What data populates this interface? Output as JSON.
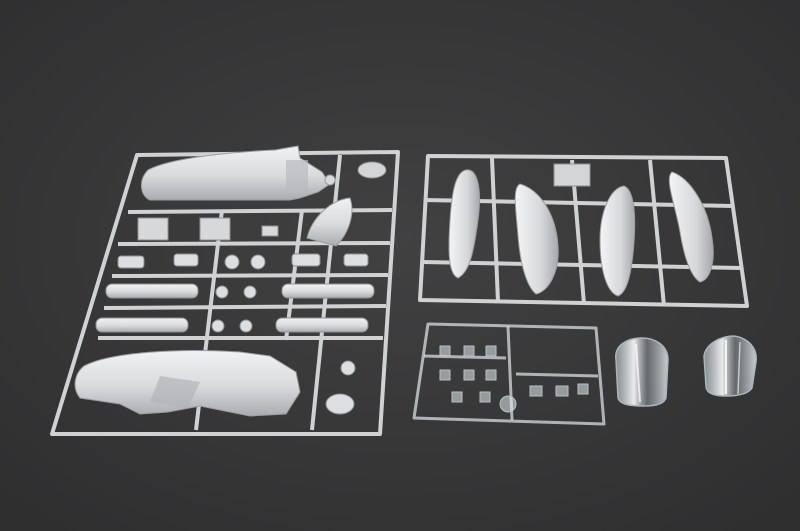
{
  "image": {
    "kind": "photo",
    "colors": {
      "backdrop": "#3a3a3b",
      "backdrop_shade": "#303031",
      "sprue": "#cfd1d3",
      "sprue_shadow": "#8e9093",
      "part_light": "#e9eaeb",
      "part_mid": "#c8cacc",
      "part_dark": "#9a9c9f",
      "clear_part": "#dfe6ea",
      "clear_edge": "#aab4ba"
    },
    "objects": [
      {
        "name": "left-sprue-fuselage-parts"
      },
      {
        "name": "right-sprue-wing-panels"
      },
      {
        "name": "clear-parts-sprue"
      },
      {
        "name": "canopy-left"
      },
      {
        "name": "canopy-right"
      }
    ]
  }
}
